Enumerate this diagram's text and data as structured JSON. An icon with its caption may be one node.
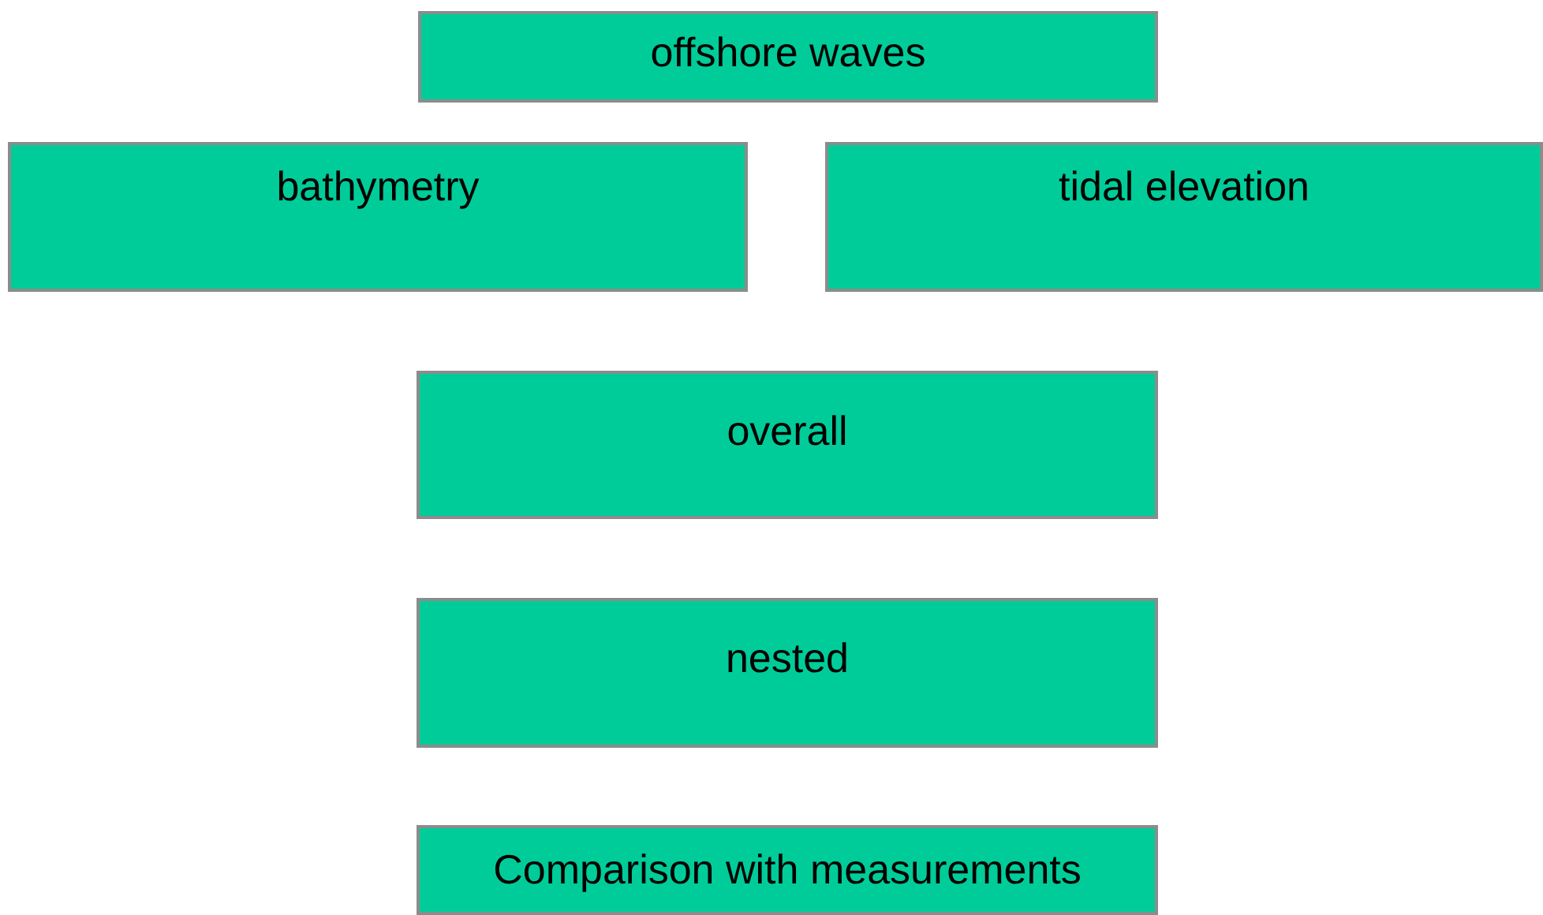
{
  "diagram": {
    "nodes": [
      {
        "text": [
          "offshore waves"
        ]
      },
      {
        "text": [
          "bathymetry"
        ]
      },
      {
        "text": [
          "tidal elevation"
        ]
      },
      {
        "text": [
          "overall"
        ]
      },
      {
        "text": [
          "nested"
        ]
      },
      {
        "text": [
          "Comparison with measurements"
        ]
      }
    ]
  }
}
